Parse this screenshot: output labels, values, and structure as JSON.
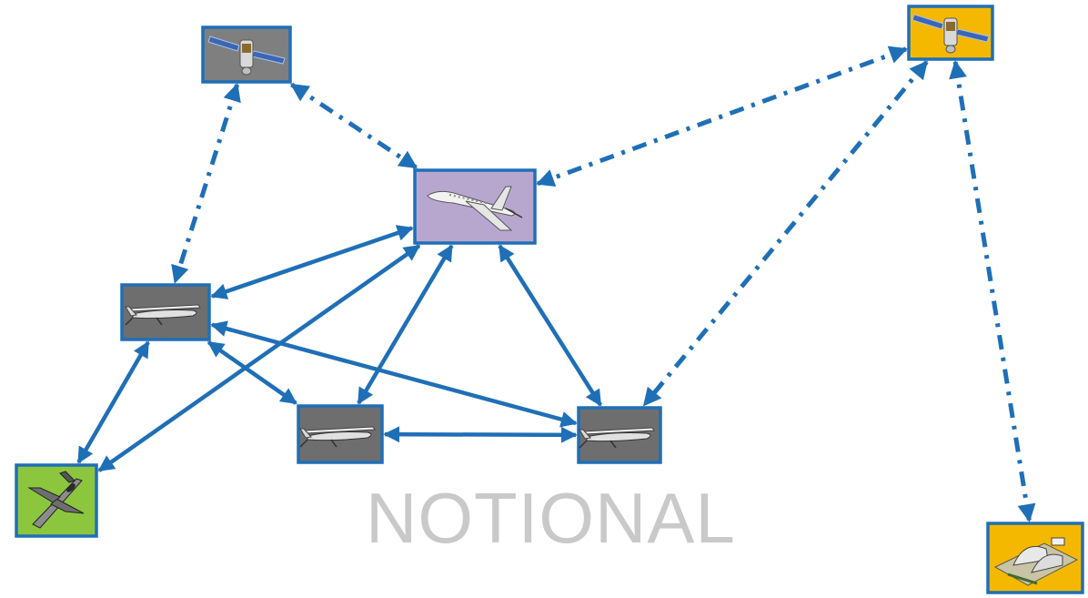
{
  "watermark_text": "NOTIONAL",
  "colors": {
    "link": "#1f6fb7",
    "node_border": "#1f6fb7",
    "satellite_neutral": "#7f7f7f",
    "satellite_highlight": "#f5b800",
    "uav": "#6e6e6e",
    "business_jet": "#b7a7cf",
    "fighter": "#8cc63f",
    "ground_station": "#f5b800",
    "watermark": "#c9c9c9"
  },
  "nodes": [
    {
      "id": "satellite-left",
      "icon": "satellite-icon",
      "fill": "#7f7f7f"
    },
    {
      "id": "satellite-right",
      "icon": "satellite-icon",
      "fill": "#f5b800"
    },
    {
      "id": "business-jet",
      "icon": "business-jet-icon",
      "fill": "#b7a7cf"
    },
    {
      "id": "uav-left",
      "icon": "uav-icon",
      "fill": "#6e6e6e"
    },
    {
      "id": "uav-center",
      "icon": "uav-icon",
      "fill": "#6e6e6e"
    },
    {
      "id": "uav-right",
      "icon": "uav-icon",
      "fill": "#6e6e6e"
    },
    {
      "id": "fighter-jet",
      "icon": "fighter-jet-icon",
      "fill": "#8cc63f"
    },
    {
      "id": "ground-station",
      "icon": "ground-station-icon",
      "fill": "#f5b800"
    }
  ],
  "links": [
    {
      "from": "satellite-left",
      "to": "uav-left",
      "style": "dashdot"
    },
    {
      "from": "satellite-left",
      "to": "business-jet",
      "style": "dashdot"
    },
    {
      "from": "satellite-right",
      "to": "business-jet",
      "style": "dashdot"
    },
    {
      "from": "satellite-right",
      "to": "uav-right",
      "style": "dashdot"
    },
    {
      "from": "satellite-right",
      "to": "ground-station",
      "style": "dashdot"
    },
    {
      "from": "business-jet",
      "to": "uav-left",
      "style": "solid"
    },
    {
      "from": "business-jet",
      "to": "fighter-jet",
      "style": "solid"
    },
    {
      "from": "business-jet",
      "to": "uav-center",
      "style": "solid"
    },
    {
      "from": "business-jet",
      "to": "uav-right",
      "style": "solid"
    },
    {
      "from": "uav-left",
      "to": "fighter-jet",
      "style": "solid"
    },
    {
      "from": "uav-left",
      "to": "uav-center",
      "style": "solid"
    },
    {
      "from": "uav-left",
      "to": "uav-right",
      "style": "solid"
    },
    {
      "from": "uav-center",
      "to": "uav-right",
      "style": "solid"
    }
  ]
}
